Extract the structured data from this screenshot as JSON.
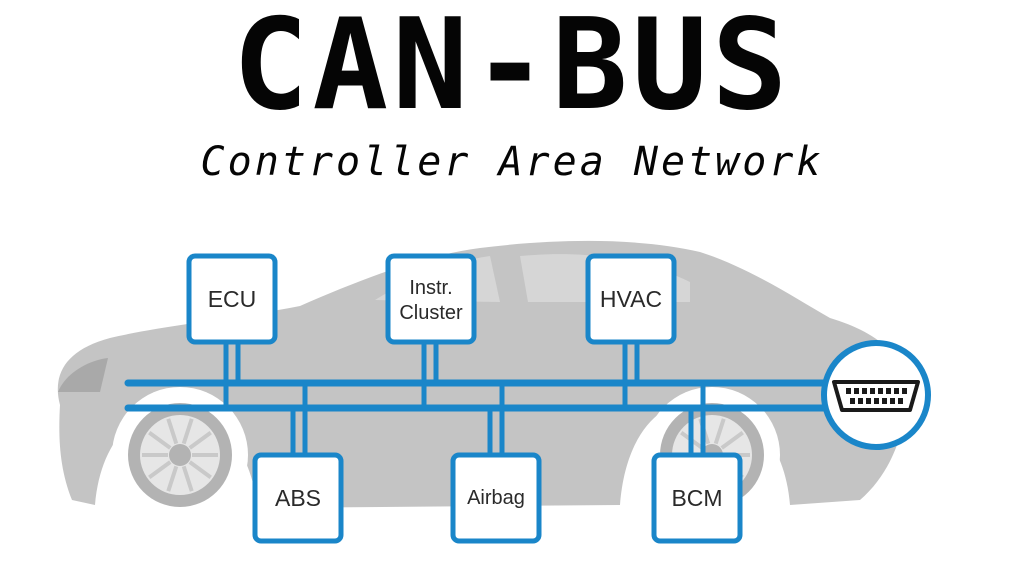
{
  "title": "CAN-BUS",
  "subtitle": "Controller Area Network",
  "colors": {
    "bus": "#1a86c9",
    "node_border": "#1a86c9",
    "car": "#c4c4c4",
    "wheel": "#b3b3b3",
    "text": "#050505"
  },
  "nodes": {
    "ecu": {
      "label": "ECU"
    },
    "instrument_cluster": {
      "line1": "Instr.",
      "line2": "Cluster"
    },
    "hvac": {
      "label": "HVAC"
    },
    "abs": {
      "label": "ABS"
    },
    "airbag": {
      "label": "Airbag"
    },
    "bcm": {
      "label": "BCM"
    }
  },
  "connector": {
    "icon": "obd-connector-icon"
  }
}
